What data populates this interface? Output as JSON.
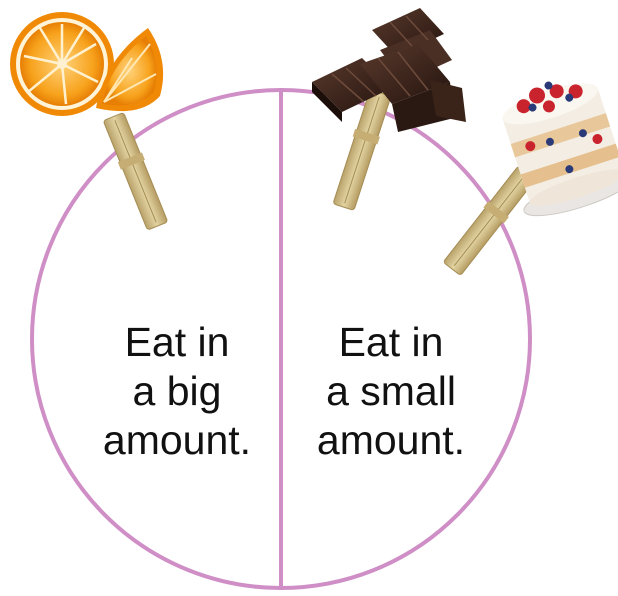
{
  "diagram": {
    "sections": [
      {
        "id": "big-amount",
        "lines": [
          "Eat in",
          "a big",
          "amount."
        ],
        "items": [
          "orange-slices"
        ]
      },
      {
        "id": "small-amount",
        "lines": [
          "Eat in",
          "a small",
          "amount."
        ],
        "items": [
          "chocolate-pieces",
          "berry-cake"
        ]
      }
    ],
    "colors": {
      "circle_outline": "#cf8fc6",
      "clothespin_wood": "#cdb986",
      "orange": "#f59a12",
      "chocolate": "#3a241c",
      "cake_cream": "#f4ede4",
      "berries": "#c9232e"
    }
  }
}
